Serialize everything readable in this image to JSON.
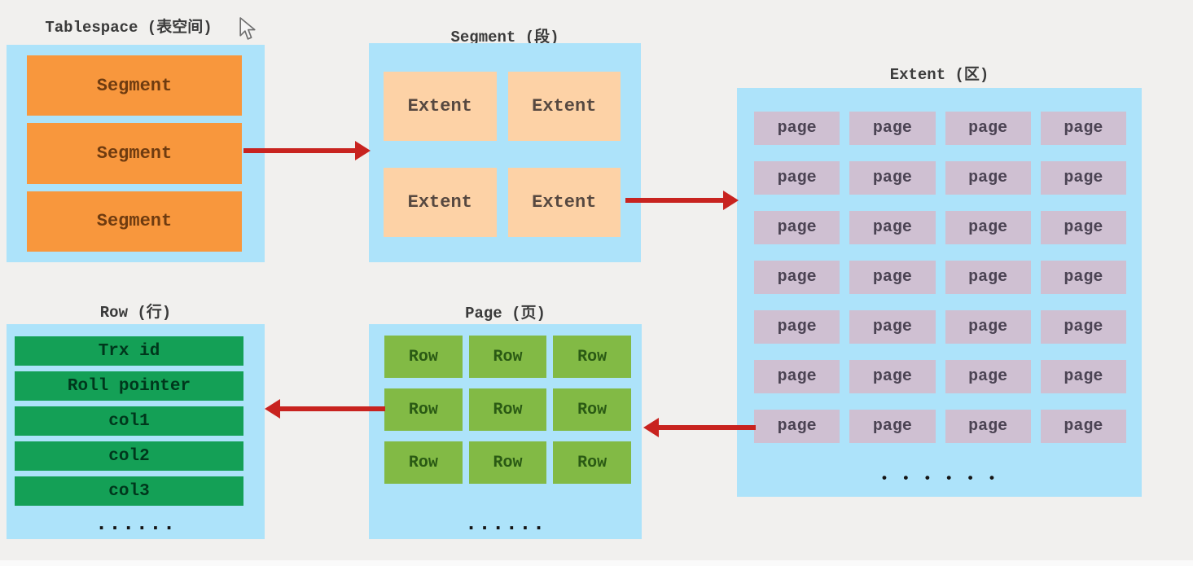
{
  "colors": {
    "background": "#f1f0ee",
    "container": "#ade3fa",
    "arrow": "#c8231f",
    "title_text": "#3a3a3a",
    "tablespace_box": "#f8973d",
    "tablespace_text": "#6e3b10",
    "segment_box": "#fdd2a6",
    "segment_text": "#564840",
    "extent_box": "#cfc0d2",
    "extent_text": "#4b4353",
    "page_box": "#82ba45",
    "page_box_text": "#2a5a14",
    "row_bar": "#14a056",
    "row_bar_text": "#00371c",
    "bottom_strip": "#fafafa"
  },
  "tablespace": {
    "title": "Tablespace (表空间)",
    "items": [
      "Segment",
      "Segment",
      "Segment"
    ]
  },
  "segment": {
    "title": "Segment (段)",
    "items": [
      "Extent",
      "Extent",
      "Extent",
      "Extent"
    ],
    "cols": 2
  },
  "extent": {
    "title": "Extent (区)",
    "cell_label": "page",
    "rows": 7,
    "cols": 4,
    "ellipsis": "• • • • • •"
  },
  "page": {
    "title": "Page (页)",
    "cell_label": "Row",
    "rows": 3,
    "cols": 3,
    "ellipsis": "......"
  },
  "row": {
    "title": "Row (行)",
    "items": [
      "Trx id",
      "Roll pointer",
      "col1",
      "col2",
      "col3"
    ],
    "ellipsis": "......"
  },
  "cursor_icon": "arrow-cursor"
}
